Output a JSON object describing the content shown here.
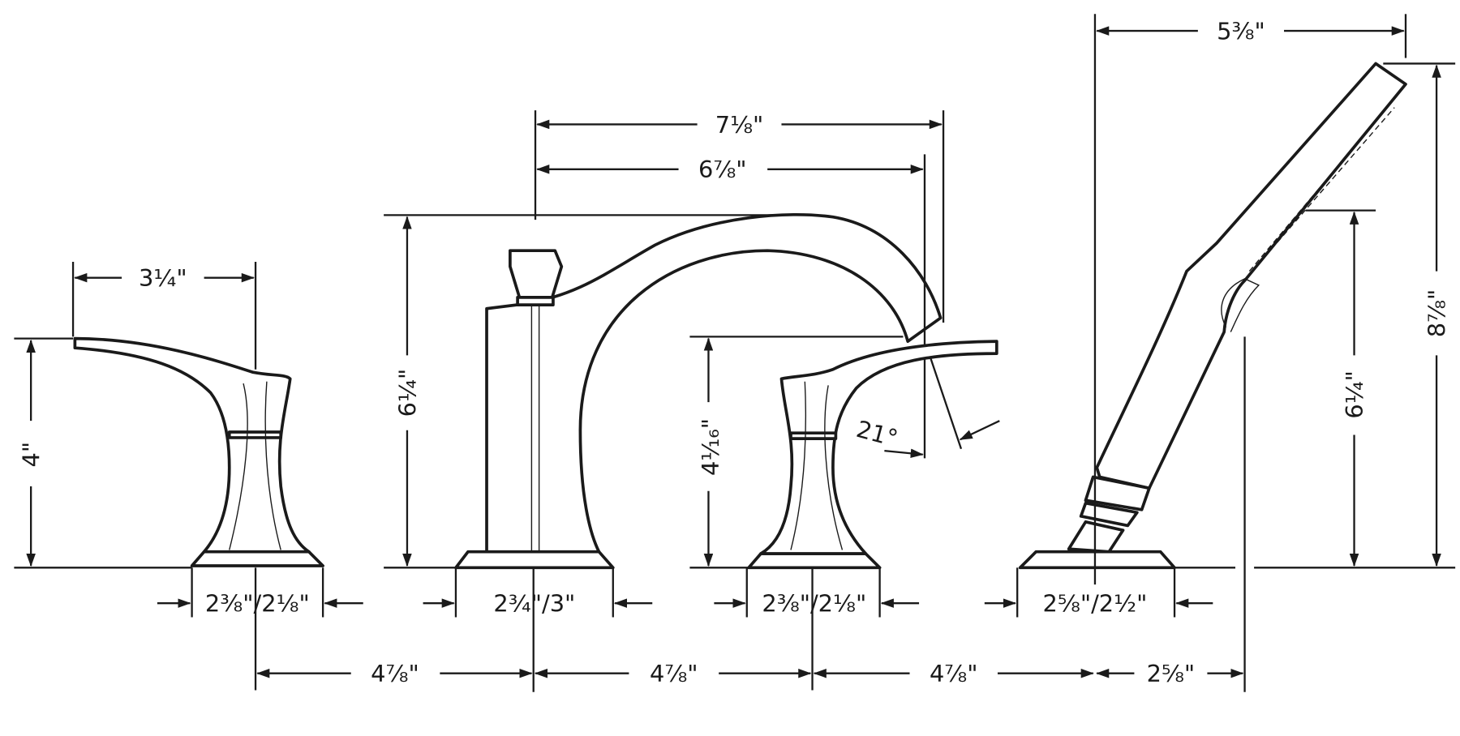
{
  "title": "Roman tub set dimension drawing",
  "colors": {
    "line": "#1a1a1a",
    "background": "#ffffff"
  },
  "dimensions": {
    "left_handle_width": "3¼\"",
    "left_handle_height": "4\"",
    "left_handle_base": "2⅜\"/2⅛\"",
    "spout_height": "6¼\"",
    "spout_reach_overall": "7⅛\"",
    "spout_reach": "6⅞\"",
    "spout_base": "2¾\"/3\"",
    "right_handle_height": "4¹⁄₁₆\"",
    "right_handle_base": "2⅜\"/2⅛\"",
    "spout_angle": "21°",
    "shower_width": "5⅜\"",
    "shower_height_overall": "8⅞\"",
    "shower_height": "6¼\"",
    "shower_base": "2⅝\"/2½\"",
    "spacing_1": "4⅞\"",
    "spacing_2": "4⅞\"",
    "spacing_3": "4⅞\"",
    "shower_offset": "2⅝\""
  }
}
